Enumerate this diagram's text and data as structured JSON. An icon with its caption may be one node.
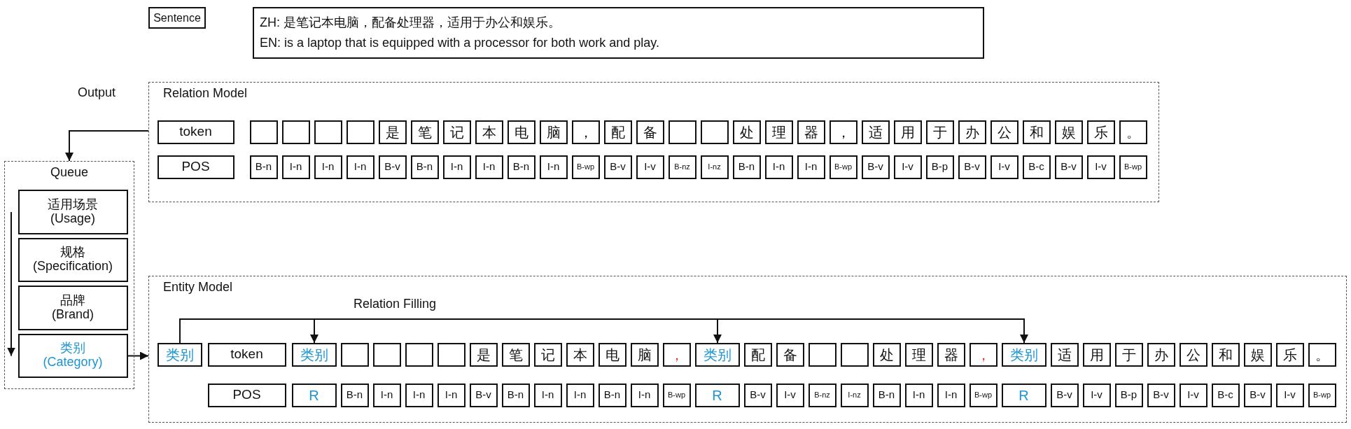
{
  "diagram": {
    "nodes": [
      {
        "text": [
          "Sentence"
        ]
      },
      {
        "text": [
          "ZH: 是笔记本电脑，配备处理器，适用于办公和娱乐。",
          "EN: is a laptop that is equipped with a processor for both work and play."
        ]
      },
      {
        "text": [
          "Relation Model"
        ]
      },
      {
        "text": [
          "token"
        ],
        "in": 2
      },
      {
        "text": [],
        "shape": "box",
        "in": 2
      },
      {
        "text": [],
        "shape": "box",
        "in": 2
      },
      {
        "text": [],
        "shape": "box",
        "in": 2
      },
      {
        "text": [],
        "shape": "box",
        "in": 2
      },
      {
        "text": [
          "是"
        ],
        "in": 2
      },
      {
        "text": [
          "笔"
        ],
        "in": 2
      },
      {
        "text": [
          "记"
        ],
        "in": 2
      },
      {
        "text": [
          "本"
        ],
        "in": 2
      },
      {
        "text": [
          "电"
        ],
        "in": 2
      },
      {
        "text": [
          "脑"
        ],
        "in": 2
      },
      {
        "text": [
          "，"
        ],
        "in": 2
      },
      {
        "text": [
          "配"
        ],
        "in": 2
      },
      {
        "text": [
          "备"
        ],
        "in": 2
      },
      {
        "text": [],
        "shape": "box",
        "in": 2
      },
      {
        "text": [],
        "shape": "box",
        "in": 2
      },
      {
        "text": [
          "处"
        ],
        "in": 2
      },
      {
        "text": [
          "理"
        ],
        "in": 2
      },
      {
        "text": [
          "器"
        ],
        "in": 2
      },
      {
        "text": [
          "，"
        ],
        "in": 2
      },
      {
        "text": [
          "适"
        ],
        "in": 2
      },
      {
        "text": [
          "用"
        ],
        "in": 2
      },
      {
        "text": [
          "于"
        ],
        "in": 2
      },
      {
        "text": [
          "办"
        ],
        "in": 2
      },
      {
        "text": [
          "公"
        ],
        "in": 2
      },
      {
        "text": [
          "和"
        ],
        "in": 2
      },
      {
        "text": [
          "娱"
        ],
        "in": 2
      },
      {
        "text": [
          "乐"
        ],
        "in": 2
      },
      {
        "text": [
          "。"
        ],
        "in": 2
      },
      {
        "text": [
          "POS"
        ],
        "in": 2
      },
      {
        "text": [
          "B-n"
        ],
        "in": 2
      },
      {
        "text": [
          "I-n"
        ],
        "in": 2
      },
      {
        "text": [
          "I-n"
        ],
        "in": 2
      },
      {
        "text": [
          "I-n"
        ],
        "in": 2
      },
      {
        "text": [
          "B-v"
        ],
        "in": 2
      },
      {
        "text": [
          "B-n"
        ],
        "in": 2
      },
      {
        "text": [
          "I-n"
        ],
        "in": 2
      },
      {
        "text": [
          "I-n"
        ],
        "in": 2
      },
      {
        "text": [
          "B-n"
        ],
        "in": 2
      },
      {
        "text": [
          "I-n"
        ],
        "in": 2
      },
      {
        "text": [
          "B-wp"
        ],
        "in": 2
      },
      {
        "text": [
          "B-v"
        ],
        "in": 2
      },
      {
        "text": [
          "I-v"
        ],
        "in": 2
      },
      {
        "text": [
          "B-nz"
        ],
        "in": 2
      },
      {
        "text": [
          "I-nz"
        ],
        "in": 2
      },
      {
        "text": [
          "B-n"
        ],
        "in": 2
      },
      {
        "text": [
          "I-n"
        ],
        "in": 2
      },
      {
        "text": [
          "I-n"
        ],
        "in": 2
      },
      {
        "text": [
          "B-wp"
        ],
        "in": 2
      },
      {
        "text": [
          "B-v"
        ],
        "in": 2
      },
      {
        "text": [
          "I-v"
        ],
        "in": 2
      },
      {
        "text": [
          "B-p"
        ],
        "in": 2
      },
      {
        "text": [
          "B-v"
        ],
        "in": 2
      },
      {
        "text": [
          "I-v"
        ],
        "in": 2
      },
      {
        "text": [
          "B-c"
        ],
        "in": 2
      },
      {
        "text": [
          "B-v"
        ],
        "in": 2
      },
      {
        "text": [
          "I-v"
        ],
        "in": 2
      },
      {
        "text": [
          "B-wp"
        ],
        "in": 2
      },
      {
        "text": [
          "Queue"
        ]
      },
      {
        "text": [
          "适用场景 (Usage)"
        ],
        "in": 61
      },
      {
        "text": [
          "规格 (Specification)"
        ],
        "in": 61
      },
      {
        "text": [
          "品牌 (Brand)"
        ],
        "in": 61
      },
      {
        "text": [
          "类别 (Category)"
        ],
        "in": 61
      },
      {
        "text": [
          "Entity Model"
        ]
      },
      {
        "text": [
          "类别"
        ],
        "in": 66
      },
      {
        "text": [
          "token"
        ],
        "in": 66
      },
      {
        "text": [
          "类别"
        ],
        "in": 66
      },
      {
        "text": [],
        "shape": "box",
        "in": 66
      },
      {
        "text": [],
        "shape": "box",
        "in": 66
      },
      {
        "text": [],
        "shape": "box",
        "in": 66
      },
      {
        "text": [],
        "shape": "box",
        "in": 66
      },
      {
        "text": [
          "是"
        ],
        "in": 66
      },
      {
        "text": [
          "笔"
        ],
        "in": 66
      },
      {
        "text": [
          "记"
        ],
        "in": 66
      },
      {
        "text": [
          "本"
        ],
        "in": 66
      },
      {
        "text": [
          "电"
        ],
        "in": 66
      },
      {
        "text": [
          "脑"
        ],
        "in": 66
      },
      {
        "text": [
          "，"
        ],
        "in": 66
      },
      {
        "text": [
          "类别"
        ],
        "in": 66
      },
      {
        "text": [
          "配"
        ],
        "in": 66
      },
      {
        "text": [
          "备"
        ],
        "in": 66
      },
      {
        "text": [],
        "shape": "box",
        "in": 66
      },
      {
        "text": [],
        "shape": "box",
        "in": 66
      },
      {
        "text": [
          "处"
        ],
        "in": 66
      },
      {
        "text": [
          "理"
        ],
        "in": 66
      },
      {
        "text": [
          "器"
        ],
        "in": 66
      },
      {
        "text": [
          "，"
        ],
        "in": 66
      },
      {
        "text": [
          "类别"
        ],
        "in": 66
      },
      {
        "text": [
          "适"
        ],
        "in": 66
      },
      {
        "text": [
          "用"
        ],
        "in": 66
      },
      {
        "text": [
          "于"
        ],
        "in": 66
      },
      {
        "text": [
          "办"
        ],
        "in": 66
      },
      {
        "text": [
          "公"
        ],
        "in": 66
      },
      {
        "text": [
          "和"
        ],
        "in": 66
      },
      {
        "text": [
          "娱"
        ],
        "in": 66
      },
      {
        "text": [
          "乐"
        ],
        "in": 66
      },
      {
        "text": [
          "。"
        ],
        "in": 66
      },
      {
        "text": [
          "POS"
        ],
        "in": 66
      },
      {
        "text": [
          "R"
        ],
        "in": 66
      },
      {
        "text": [
          "B-n"
        ],
        "in": 66
      },
      {
        "text": [
          "I-n"
        ],
        "in": 66
      },
      {
        "text": [
          "I-n"
        ],
        "in": 66
      },
      {
        "text": [
          "I-n"
        ],
        "in": 66
      },
      {
        "text": [
          "B-v"
        ],
        "in": 66
      },
      {
        "text": [
          "B-n"
        ],
        "in": 66
      },
      {
        "text": [
          "I-n"
        ],
        "in": 66
      },
      {
        "text": [
          "I-n"
        ],
        "in": 66
      },
      {
        "text": [
          "B-n"
        ],
        "in": 66
      },
      {
        "text": [
          "I-n"
        ],
        "in": 66
      },
      {
        "text": [
          "B-wp"
        ],
        "in": 66
      },
      {
        "text": [
          "R"
        ],
        "in": 66
      },
      {
        "text": [
          "B-v"
        ],
        "in": 66
      },
      {
        "text": [
          "I-v"
        ],
        "in": 66
      },
      {
        "text": [
          "B-nz"
        ],
        "in": 66
      },
      {
        "text": [
          "I-nz"
        ],
        "in": 66
      },
      {
        "text": [
          "B-n"
        ],
        "in": 66
      },
      {
        "text": [
          "I-n"
        ],
        "in": 66
      },
      {
        "text": [
          "I-n"
        ],
        "in": 66
      },
      {
        "text": [
          "B-wp"
        ],
        "in": 66
      },
      {
        "text": [
          "R"
        ],
        "in": 66
      },
      {
        "text": [
          "B-v"
        ],
        "in": 66
      },
      {
        "text": [
          "I-v"
        ],
        "in": 66
      },
      {
        "text": [
          "B-p"
        ],
        "in": 66
      },
      {
        "text": [
          "B-v"
        ],
        "in": 66
      },
      {
        "text": [
          "I-v"
        ],
        "in": 66
      },
      {
        "text": [
          "B-c"
        ],
        "in": 66
      },
      {
        "text": [
          "B-v"
        ],
        "in": 66
      },
      {
        "text": [
          "I-v"
        ],
        "in": 66
      },
      {
        "text": [
          "B-wp"
        ],
        "in": 66
      }
    ],
    "edges": [
      {
        "from": 2,
        "to": 61,
        "arrow": "to"
      },
      {
        "from": 62,
        "to": 65,
        "arrow": "to"
      },
      {
        "from": 65,
        "to": 66,
        "arrow": "to"
      },
      {
        "from": 67,
        "to": 69,
        "arrow": "to"
      },
      {
        "from": 67,
        "to": 81,
        "arrow": "to"
      },
      {
        "from": 67,
        "to": 90,
        "arrow": "to"
      }
    ],
    "labels": [
      "Output",
      "Relation Filling"
    ]
  }
}
